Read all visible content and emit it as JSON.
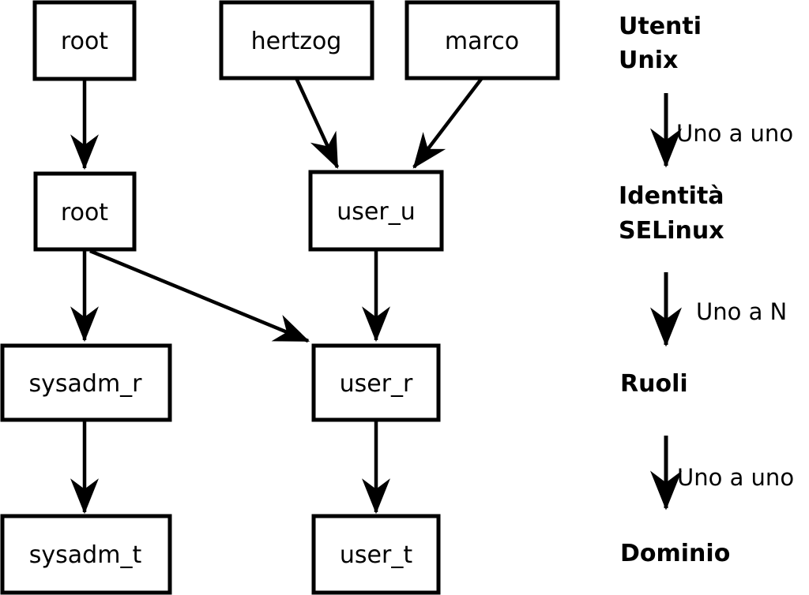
{
  "colors": {
    "stroke": "#000000",
    "background": "#ffffff"
  },
  "nodes": {
    "unix_root": {
      "label": "root"
    },
    "unix_hertzog": {
      "label": "hertzog"
    },
    "unix_marco": {
      "label": "marco"
    },
    "selinux_root": {
      "label": "root"
    },
    "selinux_user_u": {
      "label": "user_u"
    },
    "role_sysadm_r": {
      "label": "sysadm_r"
    },
    "role_user_r": {
      "label": "user_r"
    },
    "domain_sysadm_t": {
      "label": "sysadm_t"
    },
    "domain_user_t": {
      "label": "user_t"
    }
  },
  "legend": {
    "level_unix_line1": "Utenti",
    "level_unix_line2": "Unix",
    "relation_unix_to_identity": "Uno a uno",
    "level_identity_line1": "Identità",
    "level_identity_line2": "SELinux",
    "relation_identity_to_roles": "Uno a N",
    "level_roles": "Ruoli",
    "relation_roles_to_domain": "Uno a uno",
    "level_domain": "Dominio"
  }
}
